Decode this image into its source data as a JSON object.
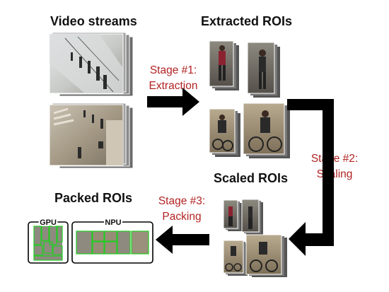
{
  "titles": {
    "video_streams": "Video streams",
    "extracted_rois": "Extracted ROIs",
    "scaled_rois": "Scaled ROIs",
    "packed_rois": "Packed ROIs"
  },
  "stages": {
    "stage1": {
      "line1": "Stage #1:",
      "line2": "Extraction"
    },
    "stage2": {
      "line1": "Stage #2:",
      "line2": "Scaling"
    },
    "stage3": {
      "line1": "Stage #3:",
      "line2": "Packing"
    }
  },
  "packed": {
    "gpu_label": "GPU",
    "npu_label": "NPU"
  },
  "colors": {
    "stage_text": "#b22222",
    "arrow": "#000000",
    "roi_outline": "#22cc22"
  }
}
